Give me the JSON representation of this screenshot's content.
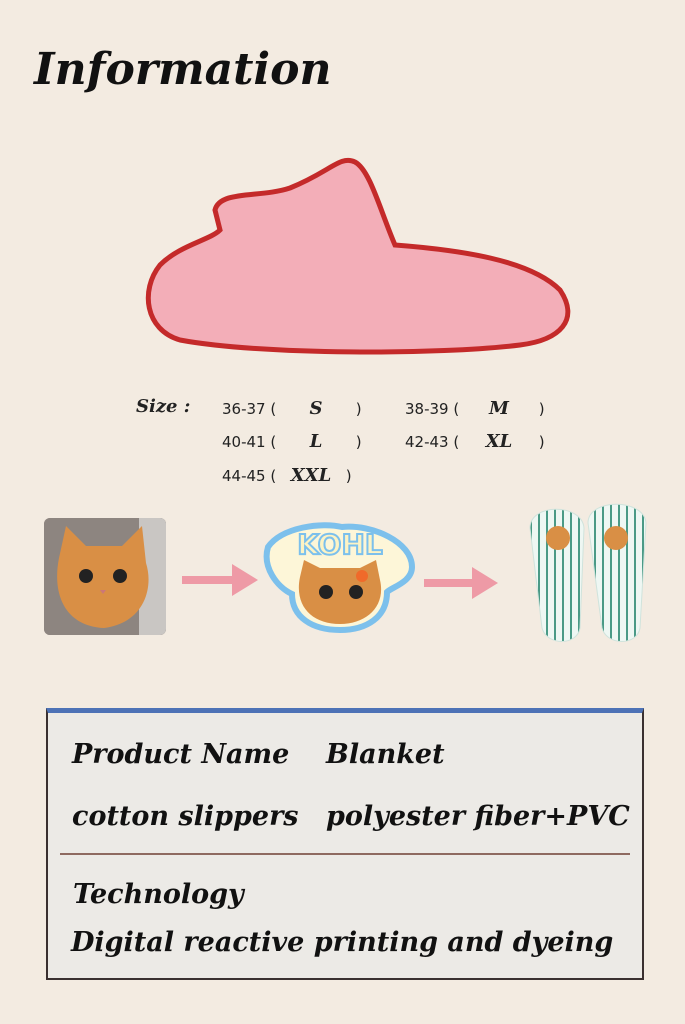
{
  "title": "Information",
  "size": {
    "label": "Size :",
    "entries": [
      {
        "range": "36-37",
        "size": "S"
      },
      {
        "range": "38-39",
        "size": "M"
      },
      {
        "range": "40-41",
        "size": "L"
      },
      {
        "range": "42-43",
        "size": "XL"
      },
      {
        "range": "44-45",
        "size": "XXL"
      }
    ],
    "open": "(",
    "close": ")"
  },
  "sticker_text": "KOHL",
  "info": {
    "product_name_label": "Product Name",
    "product_name_value": "cotton slippers",
    "material_label": "Blanket",
    "material_value": "polyester fiber+PVC",
    "technology_label": "Technology",
    "technology_value": "Digital reactive printing and dyeing"
  },
  "colors": {
    "slipper_fill": "#f3aeb8",
    "slipper_outline": "#c42a2a",
    "arrow": "#ee9aa6",
    "box_top": "#4d72b6"
  }
}
